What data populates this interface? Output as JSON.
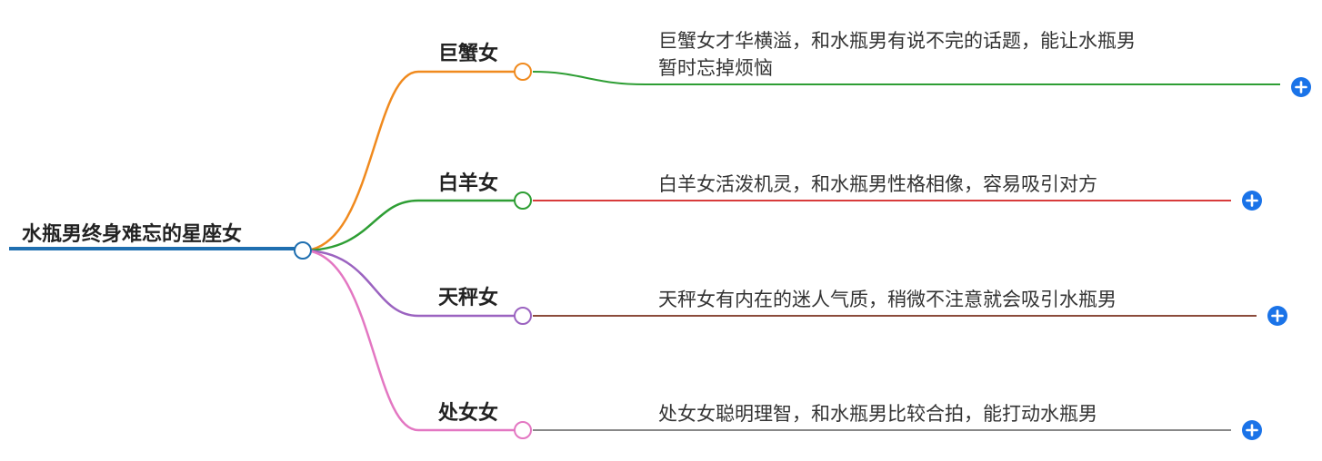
{
  "root": {
    "label": "水瓶男终身难忘的星座女"
  },
  "branches": [
    {
      "label": "巨蟹女",
      "desc_lines": [
        "巨蟹女才华横溢，和水瓶男有说不完的话题，能让水瓶男",
        "暂时忘掉烦恼"
      ],
      "branch_color": "#f08a1e",
      "leaf_color": "#2e9e34"
    },
    {
      "label": "白羊女",
      "desc_lines": [
        "白羊女活泼机灵，和水瓶男性格相像，容易吸引对方"
      ],
      "branch_color": "#2e9e34",
      "leaf_color": "#d83b3b"
    },
    {
      "label": "天秤女",
      "desc_lines": [
        "天秤女有内在的迷人气质，稍微不注意就会吸引水瓶男"
      ],
      "branch_color": "#9b63c0",
      "leaf_color": "#8b4b3b"
    },
    {
      "label": "处女女",
      "desc_lines": [
        "处女女聪明理智，和水瓶男比较合拍，能打动水瓶男"
      ],
      "branch_color": "#e377c2",
      "leaf_color": "#888888"
    }
  ],
  "colors": {
    "root_line": "#1f6fb0",
    "expand_button": "#1a73e8"
  }
}
